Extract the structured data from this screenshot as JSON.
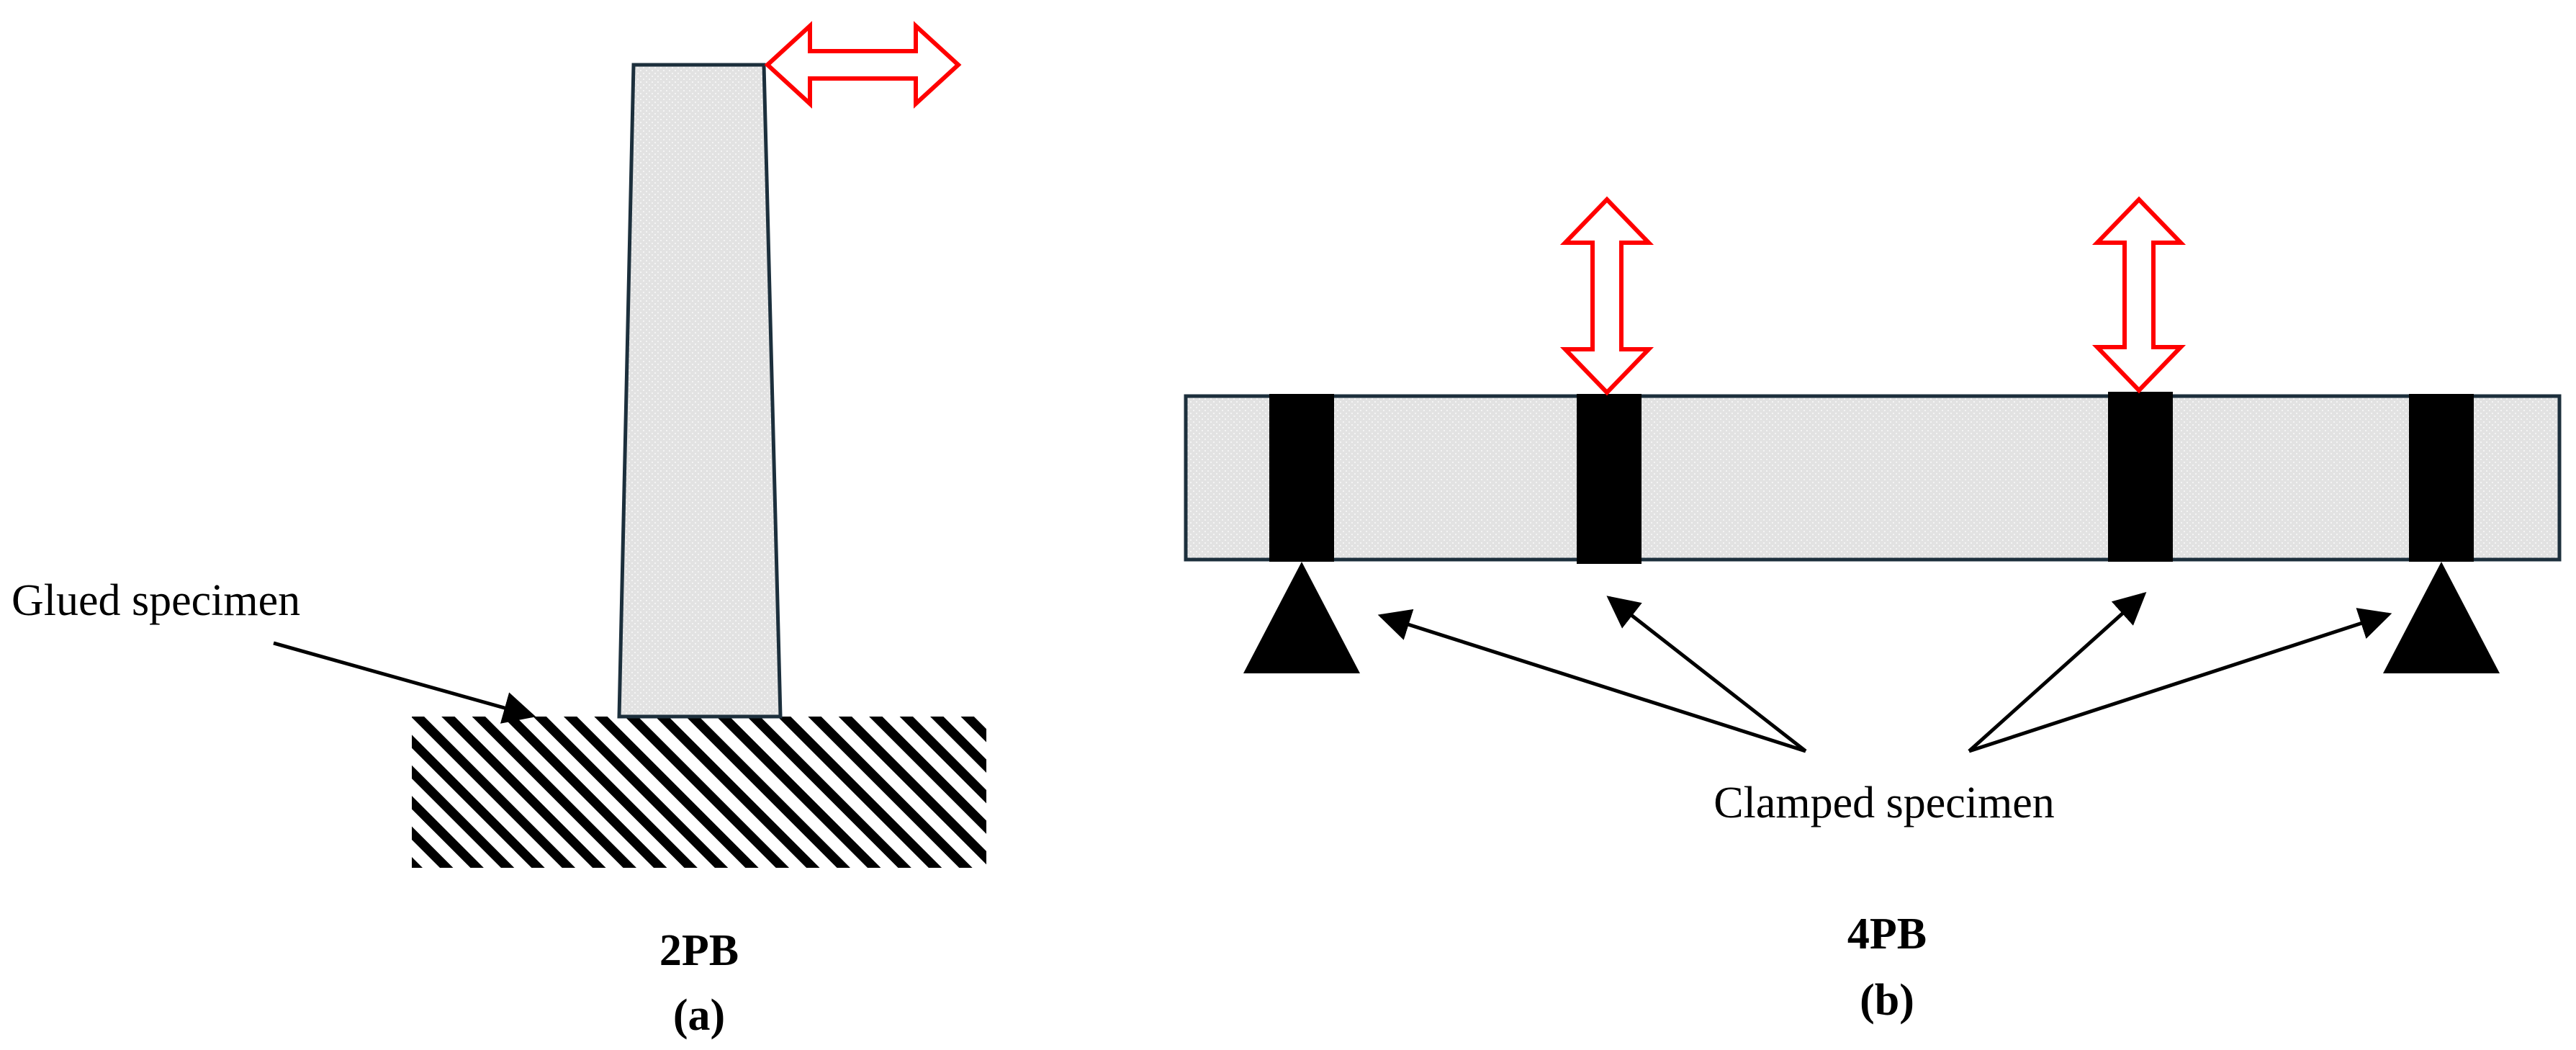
{
  "panel_a": {
    "callout": "Glued specimen",
    "test_name": "2PB",
    "caption": "(a)"
  },
  "panel_b": {
    "callout": "Clamped specimen",
    "test_name": "4PB",
    "caption": "(b)"
  },
  "colors": {
    "load_arrow": "#ff0000",
    "specimen_fill": "#e2e2e2",
    "specimen_stroke": "#1c2f3c",
    "clamp": "#000000",
    "support": "#000000",
    "hatch": "#000000"
  },
  "icons": {
    "load_arrow": "double-headed-arrow-icon",
    "support": "triangle-support-icon",
    "base": "hatched-ground-icon"
  }
}
